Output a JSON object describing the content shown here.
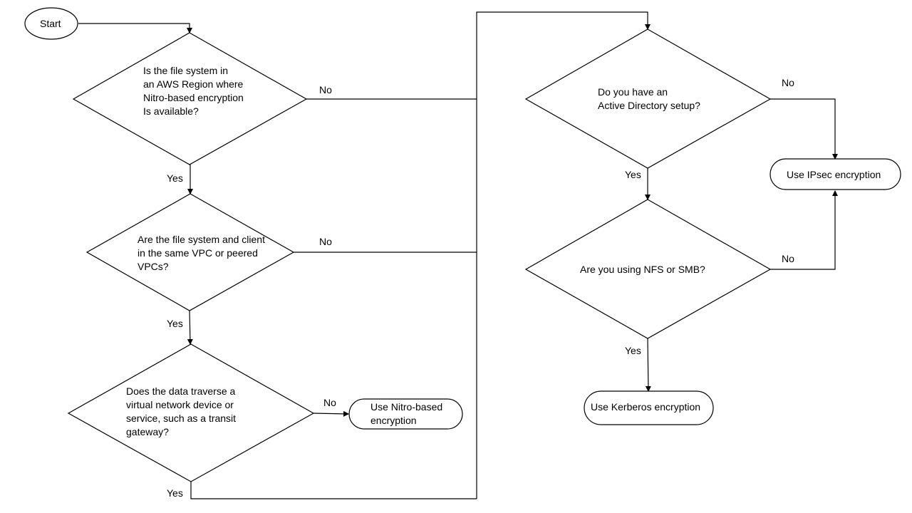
{
  "nodes": {
    "start": {
      "lines": [
        "Start"
      ]
    },
    "q_region": {
      "lines": [
        "Is the file system in",
        "an AWS Region where",
        "Nitro-based encryption",
        "Is available?"
      ]
    },
    "q_vpc": {
      "lines": [
        "Are the file system and client",
        "in the same VPC or peered",
        "VPCs?"
      ]
    },
    "q_traverse": {
      "lines": [
        "Does the data traverse a",
        "virtual network device or",
        "service, such as a transit",
        "gateway?"
      ]
    },
    "use_nitro": {
      "lines": [
        "Use Nitro-based",
        "encryption"
      ]
    },
    "q_ad": {
      "lines": [
        "Do you have an",
        "Active Directory setup?"
      ]
    },
    "q_nfs": {
      "lines": [
        "Are you using NFS or SMB?"
      ]
    },
    "use_ipsec": {
      "lines": [
        "Use IPsec encryption"
      ]
    },
    "use_kerberos": {
      "lines": [
        "Use Kerberos encryption"
      ]
    }
  },
  "edge_labels": {
    "region_no": "No",
    "region_yes": "Yes",
    "vpc_no": "No",
    "vpc_yes": "Yes",
    "traverse_no": "No",
    "traverse_yes": "Yes",
    "ad_no": "No",
    "ad_yes": "Yes",
    "nfs_no": "No",
    "nfs_yes": "Yes"
  }
}
